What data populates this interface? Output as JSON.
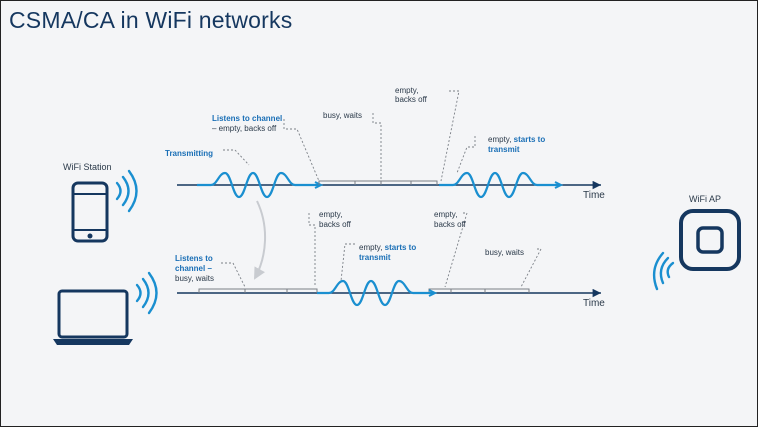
{
  "title": "CSMA/CA in WiFi networks",
  "devices": {
    "station_label": "WiFi Station",
    "ap_label": "WiFi AP"
  },
  "axes": {
    "time_label_top": "Time",
    "time_label_bottom": "Time"
  },
  "top_labels": {
    "transmitting": "Transmitting",
    "listens_line1": "Listens to channel",
    "listens_line2": "– empty, backs off",
    "busy_waits": "busy, waits",
    "empty_backs_line1": "empty,",
    "empty_backs_line2": "backs off",
    "starts_line1_plain": "empty, ",
    "starts_line1_bold": "starts to",
    "starts_line2": "transmit"
  },
  "bottom_labels": {
    "listens_line1": "Listens to",
    "listens_line2": "channel –",
    "listens_line3": "busy, waits",
    "empty_backs_line1": "empty,",
    "empty_backs_line2": "backs off",
    "starts_line1_plain": "empty, ",
    "starts_line1_bold": "starts to",
    "starts_line2": "transmit",
    "empty_backs2_line1": "empty,",
    "empty_backs2_line2": "backs off",
    "busy_waits": "busy, waits"
  },
  "colors": {
    "accent": "#1a8fd0",
    "dark_navy": "#15375f",
    "label_blue": "#1a6fb6",
    "text": "#2b3a4a"
  }
}
